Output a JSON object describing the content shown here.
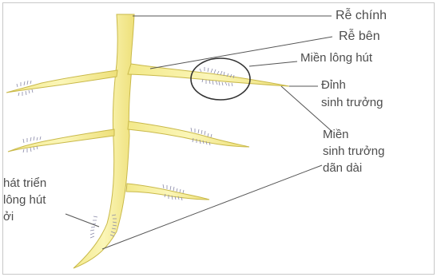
{
  "labels": {
    "re_chinh": "Rễ chính",
    "re_ben": "Rễ bên",
    "mien_long_hut": "Miền lông hút",
    "dinh_sinh_truong": [
      "Đỉnh",
      "sinh trưởng"
    ],
    "mien_sinh_truong_dan_dai": [
      "Miền",
      "sinh trưởng",
      "dãn dài"
    ],
    "left_partial": [
      "hát triển",
      "lông hút",
      "ởi"
    ]
  },
  "colors": {
    "root_fill": "#f6ef9a",
    "root_stroke": "#c9b94a",
    "root_hair": "#8a8aa8",
    "leader_line": "#555555",
    "label_text": "#4d4d4d"
  }
}
